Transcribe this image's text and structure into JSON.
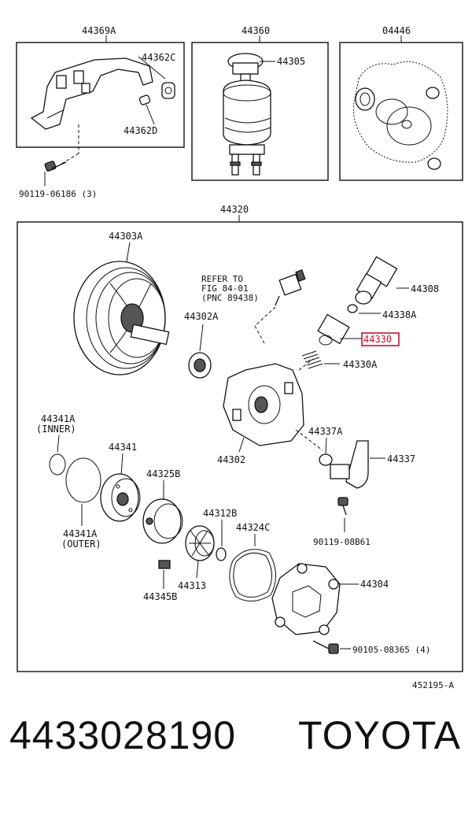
{
  "labels": {
    "bracket_group": "44369A",
    "reservoir_group": "44360",
    "gasket_kit": "04446",
    "bracket_cushion": "44362C",
    "bracket_collar": "44362D",
    "reservoir_cap": "44305",
    "bracket_bolt": "90119-06186 (3)",
    "pump_assembly": "44320",
    "pulley": "44303A",
    "refer_line1": "REFER TO",
    "refer_line2": "FIG 84-01",
    "refer_line3": "(PNC 89438)",
    "union_connector": "44308",
    "union_oring": "44338A",
    "flow_control_valve": "44330",
    "valve_spring": "44330A",
    "front_bearing": "44302A",
    "pump_housing": "44302",
    "inner_oring": "44341A",
    "inner_note": "(INNER)",
    "cam_ring": "44341",
    "side_plate": "44325B",
    "outer_oring": "44341A",
    "outer_note": "(OUTER)",
    "suction_oring": "44337A",
    "suction_port": "44337",
    "suction_bolt": "90119-08B61",
    "snap_ring": "44312B",
    "cover_gasket": "44324C",
    "rotor": "44313",
    "vane_plate": "44345B",
    "rear_housing": "44304",
    "rear_bolt": "90105-08365 (4)",
    "figure_code": "452195-A"
  },
  "highlight_color": "#c8102e",
  "footer": {
    "part_number": "4433028190",
    "brand": "TOYOTA"
  }
}
